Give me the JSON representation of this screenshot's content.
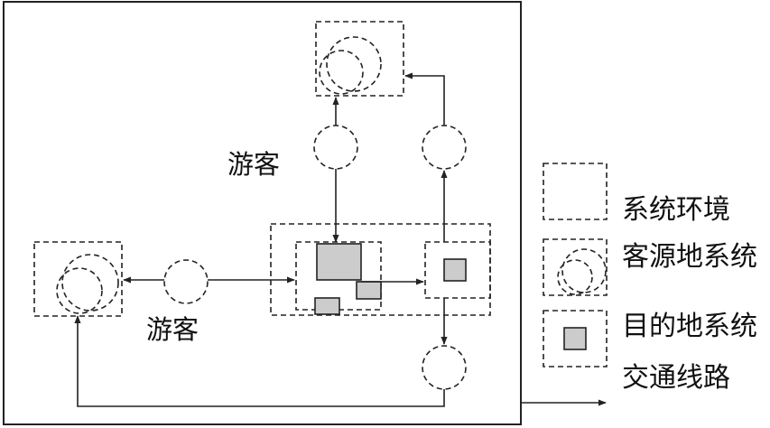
{
  "labels": {
    "tourist_top": "游客",
    "tourist_left": "游客"
  },
  "legend": {
    "system_environment": "系统环境",
    "origin_system": "客源地系统",
    "destination_system": "目的地系统",
    "transport_route": "交通线路"
  },
  "colors": {
    "line": "#222222",
    "square_fill": "#cccccc",
    "background": "#ffffff"
  }
}
